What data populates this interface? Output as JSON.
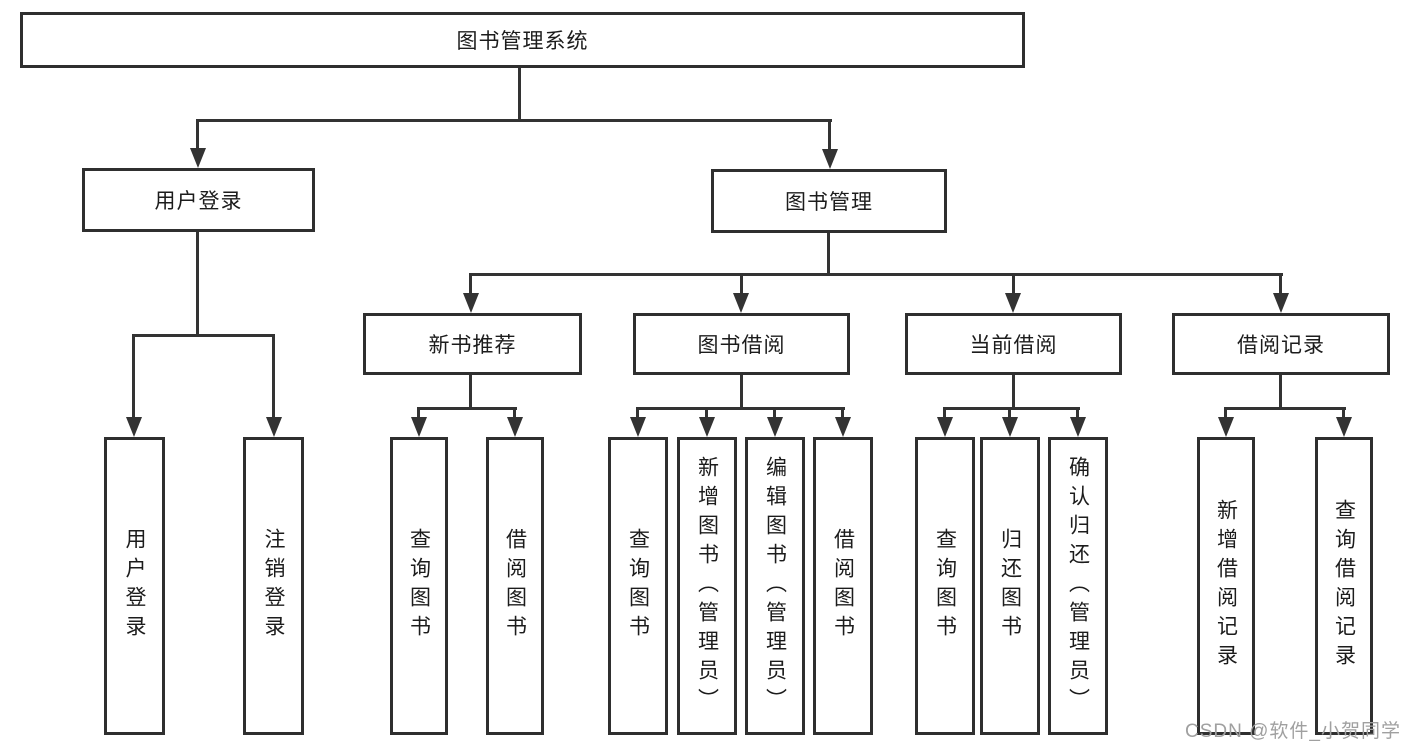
{
  "colors": {
    "line": "#333333",
    "box_border": "#2f2f2f",
    "text": "#1c1c1c",
    "box_background": "#ffffff",
    "watermark": "#a0a0a0",
    "background": "#ffffff"
  },
  "tree": {
    "root": "图书管理系统",
    "children": [
      {
        "label": "用户登录",
        "children": [
          "用户登录",
          "注销登录"
        ]
      },
      {
        "label": "图书管理",
        "children": [
          {
            "label": "新书推荐",
            "children": [
              "查询图书",
              "借阅图书"
            ]
          },
          {
            "label": "图书借阅",
            "children": [
              "查询图书",
              "新增图书（管理员）",
              "编辑图书（管理员）",
              "借阅图书"
            ]
          },
          {
            "label": "当前借阅",
            "children": [
              "查询图书",
              "归还图书",
              "确认归还（管理员）"
            ]
          },
          {
            "label": "借阅记录",
            "children": [
              "新增借阅记录",
              "查询借阅记录"
            ]
          }
        ]
      }
    ]
  },
  "watermark": {
    "text": "CSDN @软件_小贺同学"
  }
}
